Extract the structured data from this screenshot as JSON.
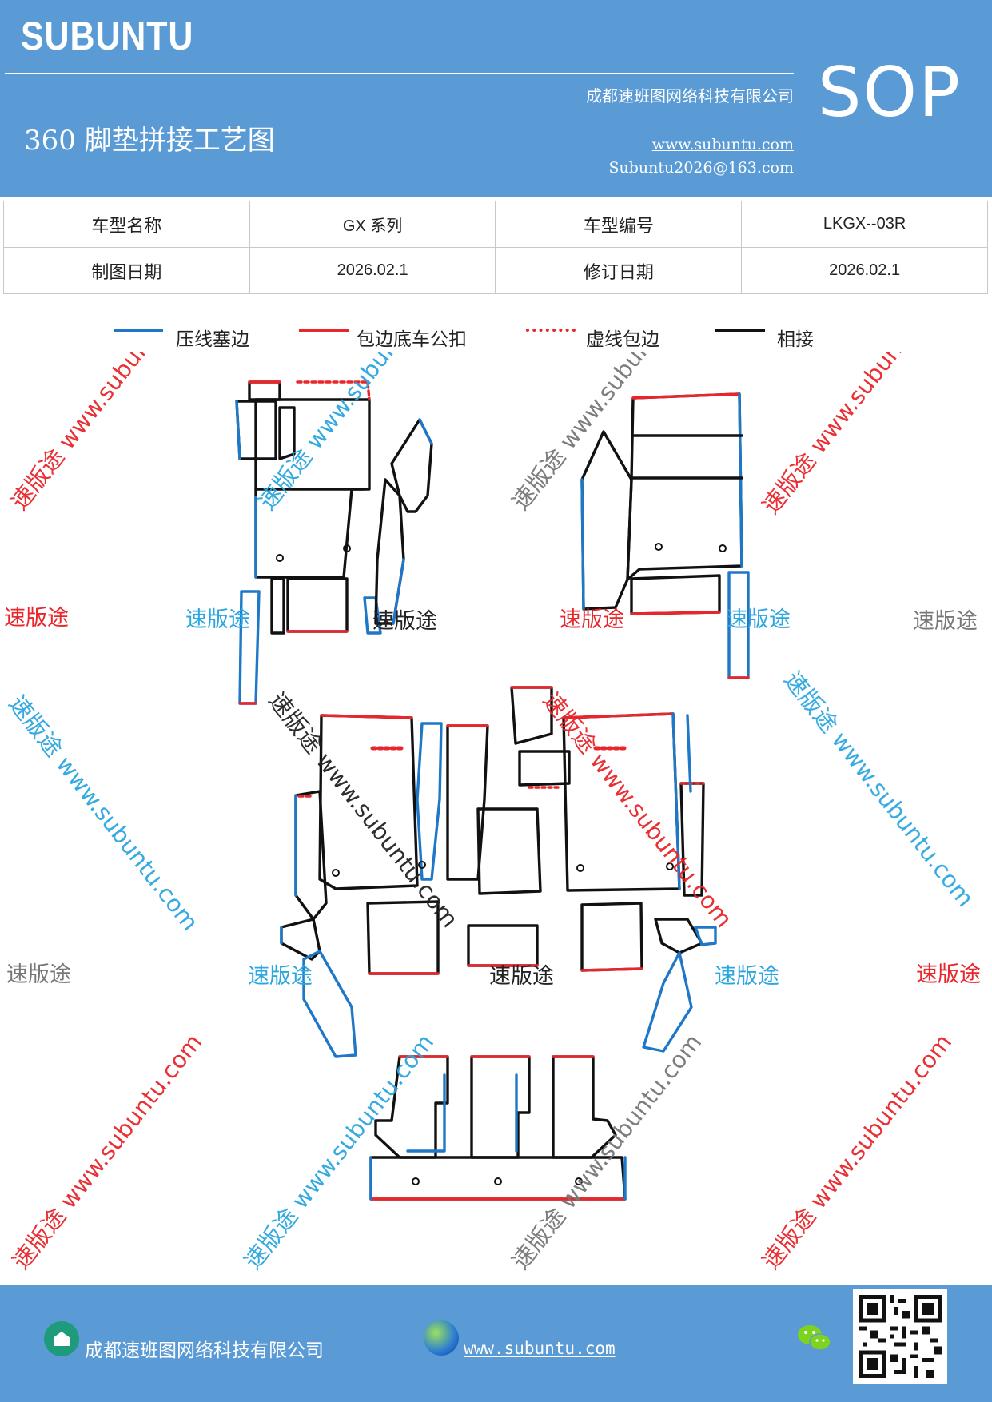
{
  "header": {
    "logo": "SUBUNTU",
    "company": "成都速班图网络科技有限公司",
    "doc_title": "360 脚垫拼接工艺图",
    "website": "www.subuntu.com",
    "email": "Subuntu2026@163.com",
    "badge": "SOP"
  },
  "info_table": {
    "rows": [
      [
        "车型名称",
        "GX 系列",
        "车型编号",
        "LKGX--03R"
      ],
      [
        "制图日期",
        "2026.02.1",
        "修订日期",
        "2026.02.1"
      ]
    ]
  },
  "legend": [
    {
      "label": "压线塞边",
      "color": "#1f77c8",
      "style": "solid"
    },
    {
      "label": "包边底车公扣",
      "color": "#e8262b",
      "style": "solid"
    },
    {
      "label": "虚线包边",
      "color": "#e8262b",
      "style": "dotted"
    },
    {
      "label": "相接",
      "color": "#111111",
      "style": "solid"
    }
  ],
  "watermarks": {
    "brand": "速版途",
    "site": "www.subuntu.com",
    "colors": {
      "red": "#e8262b",
      "blue": "#2aa6e0",
      "gray": "#777777",
      "black": "#222222"
    }
  },
  "footer": {
    "company": "成都速班图网络科技有限公司",
    "website": "www.subuntu.com",
    "icons": [
      "home-icon",
      "globe-icon",
      "wechat-icon",
      "qr-code"
    ]
  }
}
